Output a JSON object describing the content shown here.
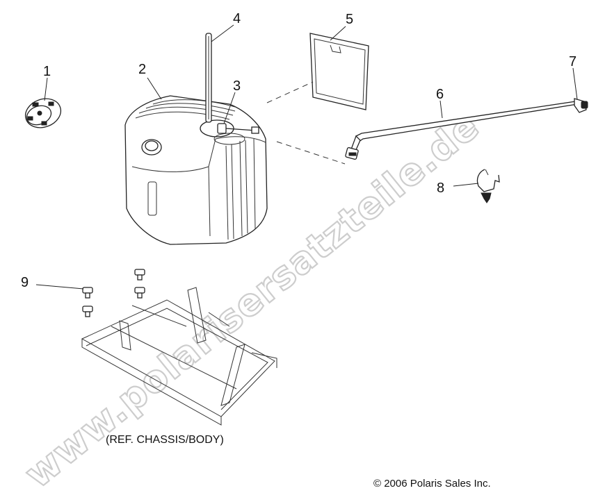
{
  "callouts": [
    "1",
    "2",
    "3",
    "4",
    "5",
    "6",
    "7",
    "8",
    "9"
  ],
  "caption": "(REF. CHASSIS/BODY)",
  "copyright": "© 2006 Polaris Sales Inc.",
  "watermark": "www.polarisersatzteile.de"
}
